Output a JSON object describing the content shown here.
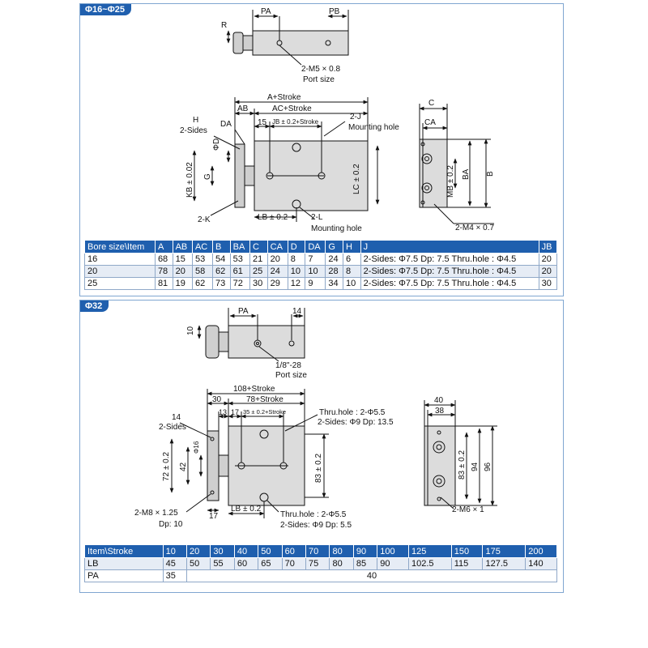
{
  "colors": {
    "header_blue": "#1f5fae",
    "panel_border": "#7fa6d0",
    "cylinder_fill": "#dcdcdc",
    "row_alt": "#e6ecf5"
  },
  "top": {
    "tag": "Φ16~Φ25",
    "port_view": {
      "pa": "PA",
      "pb": "PB",
      "r": "R",
      "port_label": "2-M5 × 0.8",
      "port_caption": "Port size"
    },
    "front_view": {
      "a_stroke": "A+Stroke",
      "ab": "AB",
      "ac_stroke": "AC+Stroke",
      "h": "H",
      "two_sides": "2-Sides",
      "da": "DA",
      "dim15": "15",
      "jb": "JB ± 0.2+Stroke",
      "j": "2-J",
      "j_caption": "Mounting hole",
      "phi_d": "ΦD",
      "kb": "KB ± 0.02",
      "g": "G",
      "lc": "LC ± 0.2",
      "lb": "LB ± 0.2",
      "k": "2-K",
      "l": "2-L",
      "l_caption": "Mounting hole"
    },
    "side_view": {
      "c": "C",
      "ca": "CA",
      "mb": "MB ± 0.2",
      "ba": "BA",
      "b": "B",
      "m4": "2-M4 × 0.7"
    },
    "table": {
      "headers": [
        "Bore size\\Item",
        "A",
        "AB",
        "AC",
        "B",
        "BA",
        "C",
        "CA",
        "D",
        "DA",
        "G",
        "H",
        "J",
        "JB"
      ],
      "rows": [
        [
          "16",
          "68",
          "15",
          "53",
          "54",
          "53",
          "21",
          "20",
          "8",
          "7",
          "24",
          "6",
          "2-Sides: Φ7.5 Dp: 7.5 Thru.hole : Φ4.5",
          "20"
        ],
        [
          "20",
          "78",
          "20",
          "58",
          "62",
          "61",
          "25",
          "24",
          "10",
          "10",
          "28",
          "8",
          "2-Sides: Φ7.5 Dp: 7.5 Thru.hole : Φ4.5",
          "20"
        ],
        [
          "25",
          "81",
          "19",
          "62",
          "73",
          "72",
          "30",
          "29",
          "12",
          "9",
          "34",
          "10",
          "2-Sides: Φ7.5 Dp: 7.5 Thru.hole : Φ4.5",
          "30"
        ]
      ]
    }
  },
  "bottom": {
    "tag": "Φ32",
    "port_view": {
      "pa": "PA",
      "dim14": "14",
      "dim10": "10",
      "port_label": "1/8\"-28",
      "port_caption": "Port size"
    },
    "front_view": {
      "stroke108": "108+Stroke",
      "dim30": "30",
      "stroke78": "78+Stroke",
      "dim14": "14",
      "two_sides": "2-Sides",
      "dim13": "13",
      "dim17": "17",
      "jb": "35 ± 0.2+Stroke",
      "thru_top": "Thru.hole : 2-Φ5.5",
      "sides_top": "2-Sides: Φ9 Dp: 13.5",
      "phi16": "Φ16",
      "dim72": "72 ± 0.2",
      "dim42": "42",
      "dim83": "83 ± 0.2",
      "m8": "2-M8 × 1.25",
      "dp10": "Dp: 10",
      "dim17b": "17",
      "lb": "LB ± 0.2",
      "thru_bot": "Thru.hole : 2-Φ5.5",
      "sides_bot": "2-Sides: Φ9 Dp: 5.5"
    },
    "side_view": {
      "dim40": "40",
      "dim38": "38",
      "dim83": "83 ± 0.2",
      "dim94": "94",
      "dim96": "96",
      "m6": "2-M6 × 1"
    },
    "table": {
      "headers": [
        "Item\\Stroke",
        "10",
        "20",
        "30",
        "40",
        "50",
        "60",
        "70",
        "80",
        "90",
        "100",
        "125",
        "150",
        "175",
        "200"
      ],
      "lb_row": [
        "LB",
        "45",
        "50",
        "55",
        "60",
        "65",
        "70",
        "75",
        "80",
        "85",
        "90",
        "102.5",
        "115",
        "127.5",
        "140"
      ],
      "pa_row": {
        "label": "PA",
        "first": "35",
        "rest": "40"
      }
    }
  }
}
